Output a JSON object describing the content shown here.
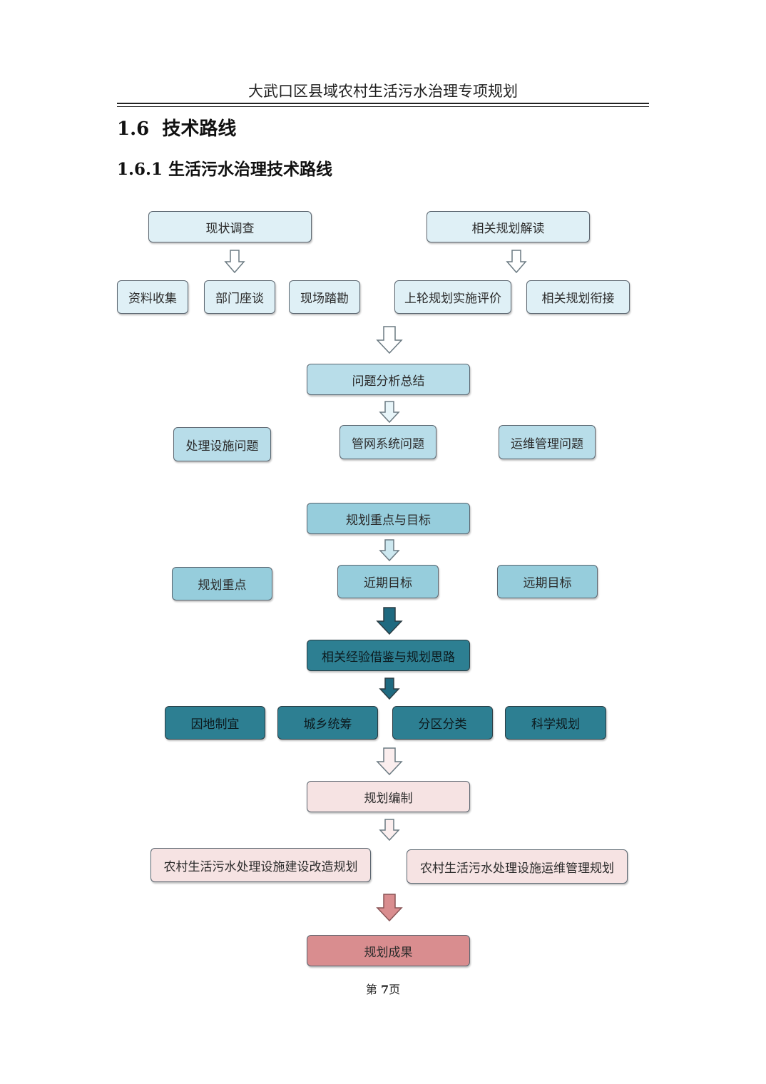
{
  "header": {
    "title": "大武口区县域农村生活污水治理专项规划"
  },
  "section": {
    "title": "1.6  技术路线"
  },
  "subsection": {
    "title": "1.6.1 生活污水治理技术路线"
  },
  "flow": {
    "survey": "现状调查",
    "plan_reading": "相关规划解读",
    "data_collection": "资料收集",
    "dept_talks": "部门座谈",
    "site_survey": "现场踏勘",
    "prev_plan_eval": "上轮规划实施评价",
    "plan_connection": "相关规划衔接",
    "problem_summary": "问题分析总结",
    "facility_problem": "处理设施问题",
    "network_problem": "管网系统问题",
    "om_problem": "运维管理问题",
    "focus_goals": "规划重点与目标",
    "focus": "规划重点",
    "short_goal": "近期目标",
    "long_goal": "远期目标",
    "experience": "相关经验借鉴与规划思路",
    "local": "因地制宜",
    "urban_rural": "城乡统筹",
    "zoning": "分区分类",
    "scientific": "科学规划",
    "compile": "规划编制",
    "construction_plan": "农村生活污水处理设施建设改造规划",
    "om_plan": "农村生活污水处理设施运维管理规划",
    "result": "规划成果"
  },
  "colors": {
    "light": "#dff0f6",
    "mid": "#b8dde9",
    "blue": "#96cddc",
    "dark": "#2d7f92",
    "pink": "#f6e3e3",
    "rose": "#d98d8f",
    "arrow_outline": "#6b7a82",
    "arrow_dark": "#1f6a80",
    "arrow_rose": "#c97a7c"
  },
  "footer": {
    "page_prefix": "第 ",
    "page_number": "7",
    "page_suffix": "页"
  }
}
